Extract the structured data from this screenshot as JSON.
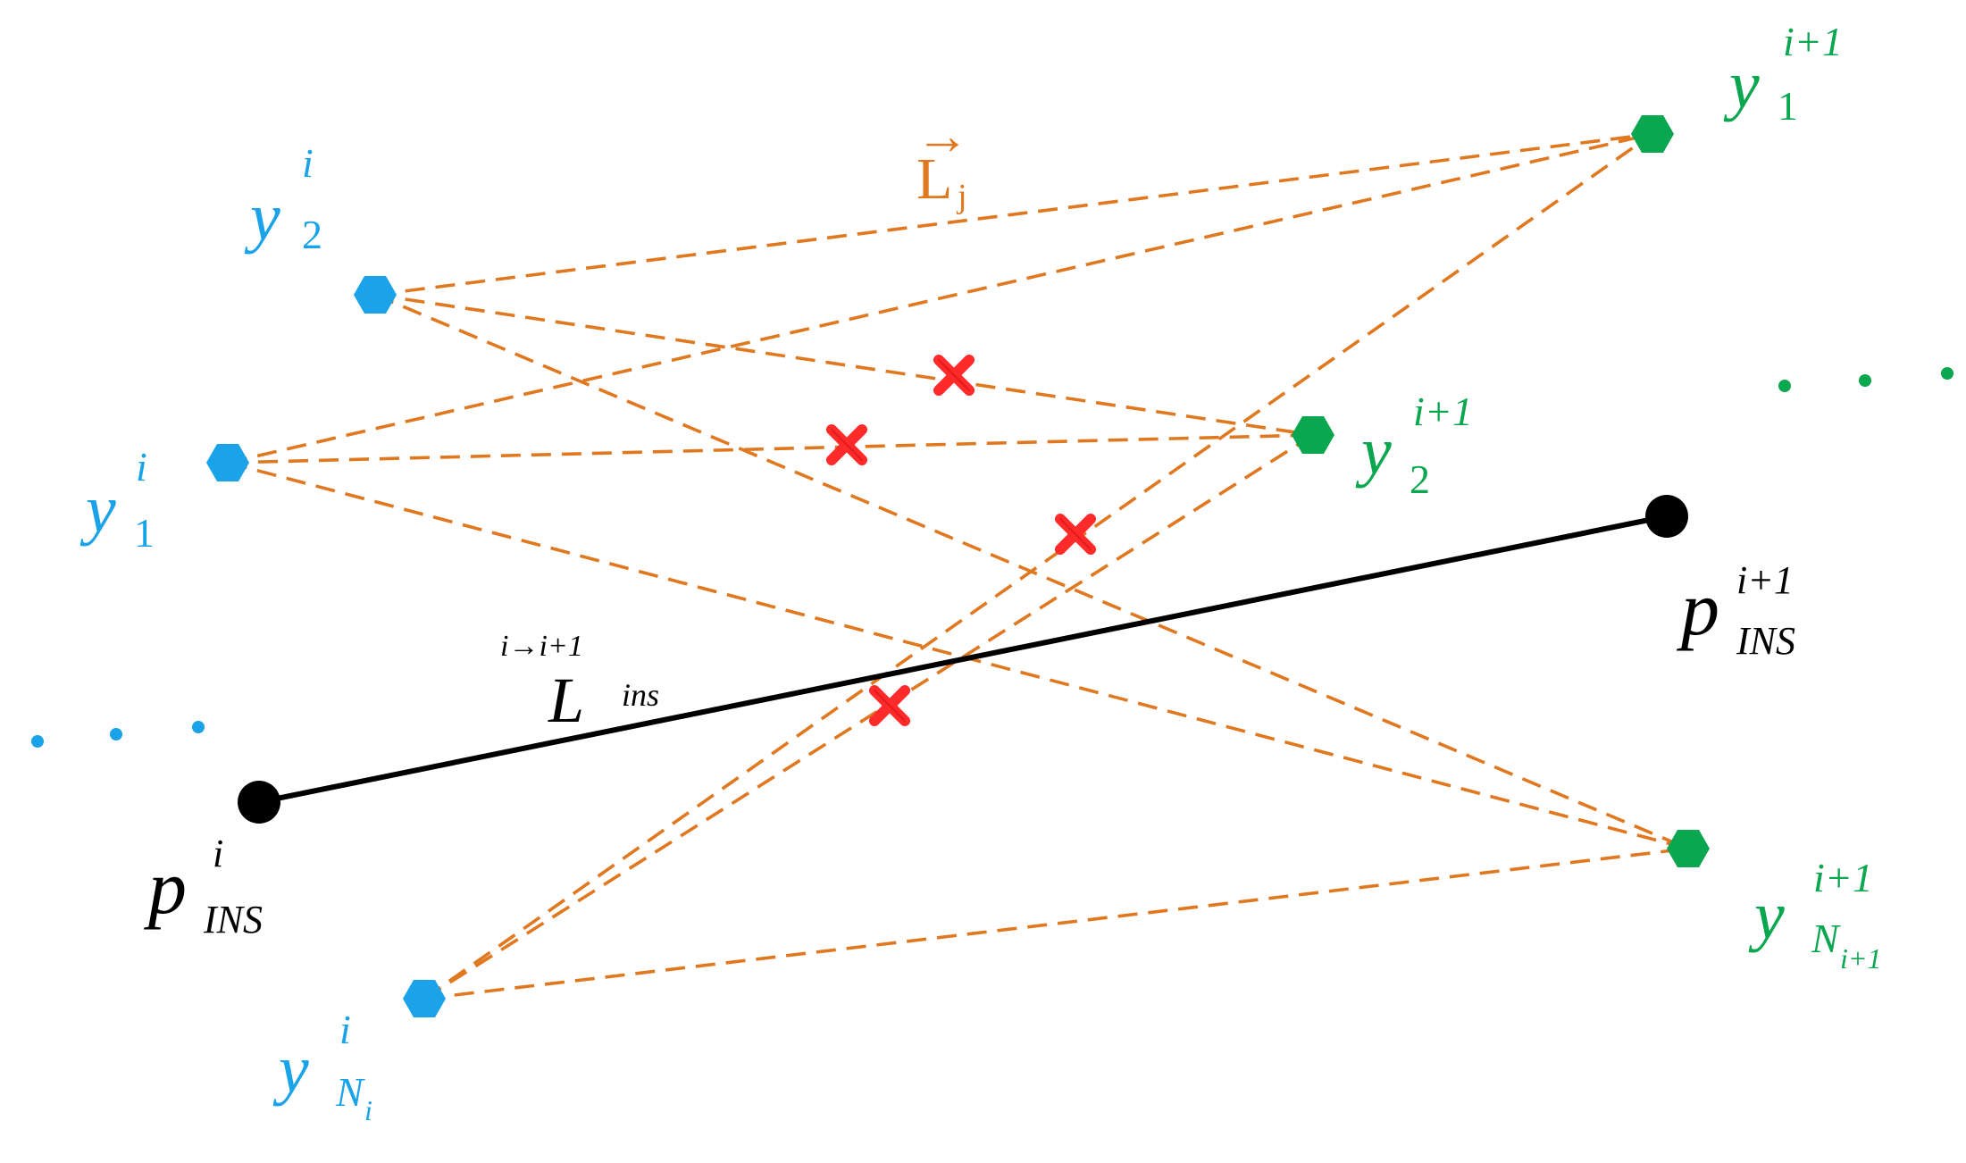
{
  "colors": {
    "frame_i": "#1aa3e8",
    "frame_i_plus_1": "#0aa650",
    "ins": "#000000",
    "candidate_line": "#e07820",
    "rejected_marker": "#ff2a2a"
  },
  "labels": {
    "y1_i": {
      "base": "y",
      "sub": "1",
      "sup": "i"
    },
    "y2_i": {
      "base": "y",
      "sub": "2",
      "sup": "i"
    },
    "yNi_i": {
      "base": "y",
      "sub": "N",
      "subsub": "i",
      "sup": "i"
    },
    "y1_ip1": {
      "base": "y",
      "sub": "1",
      "sup": "i+1"
    },
    "y2_ip1": {
      "base": "y",
      "sub": "2",
      "sup": "i+1"
    },
    "yN_ip1": {
      "base": "y",
      "sub": "N",
      "subsub": "i+1",
      "sup": "i+1"
    },
    "p_i": {
      "base": "p",
      "sub": "INS",
      "sup": "i"
    },
    "p_ip1": {
      "base": "p",
      "sub": "INS",
      "sup": "i+1"
    },
    "L_ins": {
      "base": "L",
      "sub": "ins",
      "sup": "i→i+1"
    },
    "L_j": {
      "arrow": "→",
      "base": "L",
      "sub": "j"
    }
  },
  "markers": {
    "ellipsis_count": 3,
    "rejected_count": 4,
    "rejected_icon": "cross-icon",
    "feature_icon": "hexagon-icon",
    "pose_icon": "circle-dot-icon"
  }
}
